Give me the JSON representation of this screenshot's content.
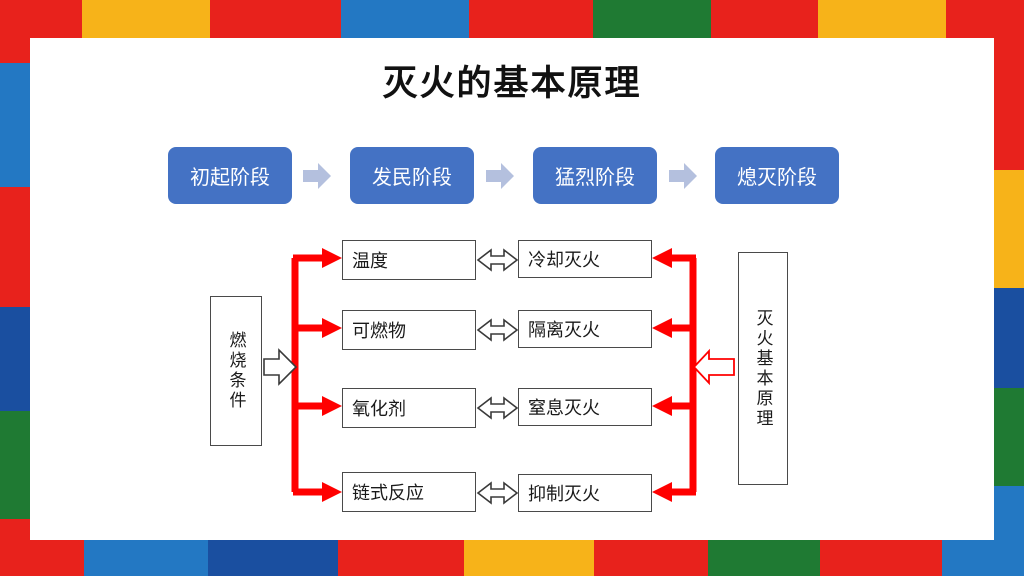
{
  "slide": {
    "title": "灭火的基本原理",
    "background": "#FFFFFF",
    "border_colors": {
      "red": "#E8221C",
      "yellow": "#F7B319",
      "blue_light": "#2378C3",
      "blue_dark": "#1A4FA0",
      "green": "#1F7A33"
    }
  },
  "stages": {
    "boxes": [
      {
        "label": "初起阶段"
      },
      {
        "label": "发民阶段"
      },
      {
        "label": "猛烈阶段"
      },
      {
        "label": "熄灭阶段"
      }
    ],
    "box_color": "#4472C4",
    "arrow_color": "#B4C0DE",
    "arrow_name": "stage-arrow-right"
  },
  "diagram": {
    "source_node": {
      "label": "燃烧条件",
      "orientation": "vertical"
    },
    "target_node": {
      "label": "灭火基本原理",
      "orientation": "vertical"
    },
    "rows": [
      {
        "condition": "温度",
        "method": "冷却灭火"
      },
      {
        "condition": "可燃物",
        "method": "隔离灭火"
      },
      {
        "condition": "氧化剂",
        "method": "窒息灭火"
      },
      {
        "condition": "链式反应",
        "method": "抑制灭火"
      }
    ],
    "connector_colors": {
      "red_line": "#FF0000",
      "hollow_outline": "#3A3A3A",
      "hollow_red_outline": "#FF0000"
    },
    "connector_names": {
      "source_to_branch": "hollow-right-arrow-icon",
      "branch_to_condition": "red-arrow-right-icon",
      "condition_to_method": "hollow-double-arrow-icon",
      "method_from_branch": "red-arrow-left-icon",
      "target_to_branch": "hollow-red-left-arrow-icon"
    }
  }
}
